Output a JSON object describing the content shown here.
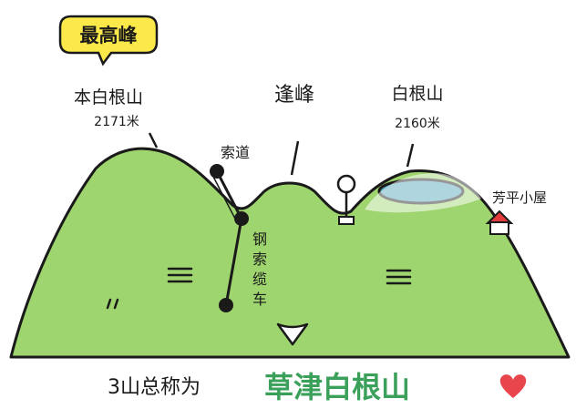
{
  "labels": {
    "highest_badge": "最高峰",
    "peak1_name": "本白根山",
    "peak1_elev": "2171米",
    "peak2_name": "逢峰",
    "peak3_name": "白根山",
    "peak3_elev": "2160米",
    "ropeway_station": "索道",
    "ropeway_v1": "钢",
    "ropeway_v2": "索",
    "ropeway_v3": "缆",
    "ropeway_v4": "车",
    "hut": "芳平小屋"
  },
  "caption": {
    "prefix": "3山总称为",
    "name": "草津白根山",
    "heart_icon": "heart-icon"
  },
  "colors": {
    "mountain_green": "#9ed56e",
    "lake_blue": "#4fa3b8",
    "title_green": "#3aa05a",
    "badge_yellow": "#fbe94a",
    "house_red": "#e23b3b",
    "heart_red": "#e8464c",
    "ink": "#1a1a1a"
  }
}
